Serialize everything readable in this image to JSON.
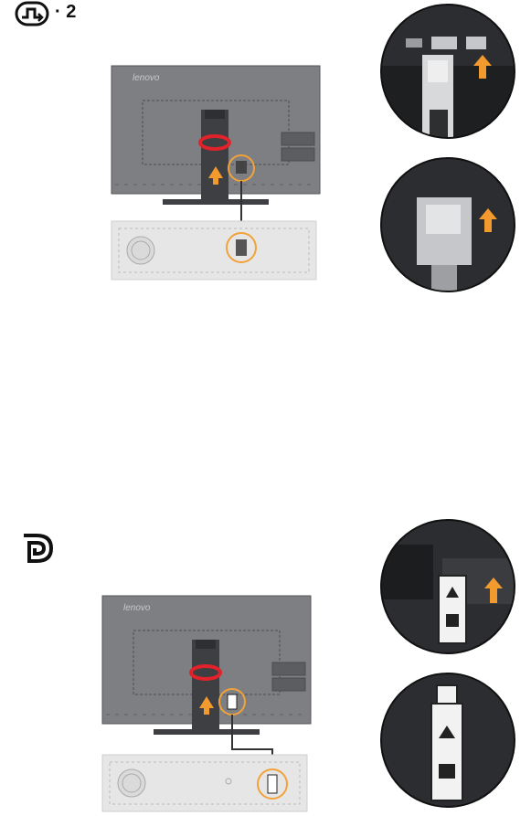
{
  "section1": {
    "step_label": "· 2",
    "icon": "analog-input-icon",
    "brand": "lenovo"
  },
  "section2": {
    "icon": "displayport-icon",
    "brand": "lenovo"
  },
  "colors": {
    "monitor_body": "#7d7f82",
    "monitor_dark": "#4a4c4f",
    "highlight_ring": "#f2a23a",
    "arrow_orange": "#f29a2e",
    "strap_red": "#e0222b",
    "pc_case": "#e6e6e6"
  }
}
